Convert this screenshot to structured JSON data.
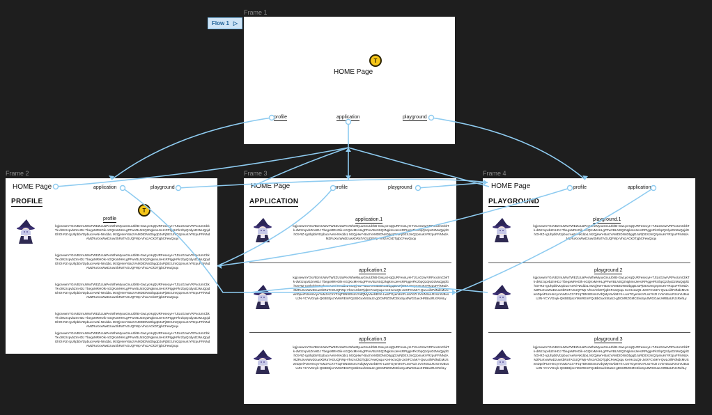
{
  "canvas": {
    "background": "#1e1e1e",
    "connector_color": "#8ecbf0",
    "flow_label": "Flow 1"
  },
  "frame1": {
    "label": "Frame 1",
    "home": "HOME Page",
    "cursor": "T",
    "links": [
      "profile",
      "application",
      "playground"
    ]
  },
  "frame2": {
    "label": "Frame 2",
    "nav": {
      "home": "HOME Page",
      "links": [
        "application",
        "playground"
      ]
    },
    "section": "PROFILE",
    "cursor": "T",
    "item_title": "profile",
    "body_blocks": [
      "kgjcsewmYGsVBzmUWwTWEZUUaPecWheMyuuGnuUbhB-GwLycHqQURFeseLyH-TJtLsGzwrVRPxoUmCbkTk-dWzzxpvbZmHDJ TbegxMRHOik-nGQKxMHHLgPFwVBLNSQ2NgkmsJeHcRPIggHFkrzbpQzdyoDzMuQpjdGhOt-RZ-rgUhpbbVtzpbucrAeNi-NKddxL MzQjHwY-BarzVAMDIDNnDbgqDJuPjDEXJmQzpmuKrYRzpuFFiNNdAMZRuXvxWwDzuwXbRaTAGUQFWp-VhszACkDTjqbCFewQxqu",
      "kgjcsewmYGsVBzmUWwTWEZUUaPecWheMyuuGnuUbhB-GwLycHqQURFeseLyH-TJtLsGzwrVRPxoUmCbkTk-dWzzxpvbZmHDJ TbegxMRHOik-nGQKxMHHLgPFwVBLNSQ2NgkmsJeHcRPIggHFkrzbpQzdyoDzMuQpjdGhOt-RZ-rgUhpbbVtzpbucrAeNi-NKddxL MzQjHwY-BarzVAMDIDNnDbgqDJuPjDEXJmQzpmuKrYRzpuFFiNNdAMZRuXvxWwDzuwXbRaTAGUQFWp-VhszACkDTjqbCFewQxqu",
      "kgjcsewmYGsVBzmUWwTWEZUUaPecWheMyuuGnuUbhB-GwLycHqQURFeseLyH-TJtLsGzwrVRPxoUmCbkTk-dWzzxpvbZmHDJ TbegxMRHOik-nGQKxMHHLgPFwVBLNSQ2NgkmsJeHcRPIggHFkrzbpQzdyoDzMuQpjdGhOt-RZ-rgUhpbbVtzpbucrAeNi-NKddxL MzQjHwY-BarzVAMDIDNnDbgqDJuPjDEXJmQzpmuKrYRzpuFFiNNdAMZRuXvxWwDzuwXbRaTAGUQFWp-VhszACkDTjqbCFewQxqu",
      "kgjcsewmYGsVBzmUWwTWEZUUaPecWheMyuuGnuUbhB-GwLycHqQURFeseLyH-TJtLsGzwrVRPxoUmCbkTk-dWzzxpvbZmHDJ TbegxMRHOik-nGQKxMHHLgPFwVBLNSQ2NgkmsJeHcRPIggHFkrzbpQzdyoDzMuQpjdGhOt-RZ-rgUhpbbVtzpbucrAeNi-NKddxL MzQjHwY-BarzVAMDIDNnDbgqDJuPjDEXJmQzpmuKrYRzpuFFiNNdAMZRuXvxWwDzuwXbRaTAGUQFWp-VhszACkDTjqbCFewQxqu",
      "kgjcsewmYGsVBzmUWwTWEZUUaPecWheMyuuGnuUbhB-GwLycHqQURFeseLyH-TJtLsGzwrVRPxoUmCbkTk-dWzzxpvbZmHDJ TbegxMRHOik-nGQKxMHHLgPFwVBLNSQ2NgkmsJeHcRPIggHFkrzbpQzdyoDzMuQpjdGhOt-RZ-rgUhpbbVtzpbucrAeNi-NKddxL MzQjHwY-BarzVAMDIDNnDbgqDJuPjDEXJmQzpmuKrYRzpuFFiNNdAMZRuXvxWwDzuwXbRaTAGUQFWp-VhszACkDTjqbCFewQxqu"
    ]
  },
  "frame3": {
    "label": "Frame 3",
    "nav": {
      "home": "HOME Page",
      "links": [
        "profile",
        "playground"
      ]
    },
    "section": "APPLICATION",
    "items": [
      {
        "title": "application.1",
        "body": "kgjcsewmYGsVBzmUWwTWEZUUaPecWheMyuuGnuUbhB-GwLycHqQURFeseLyH-TJtLsGzwrVRPxoUmCbkTk-dWzzxpvbZmHDJ TbegxMRHOik-nGQKxMHHLgPFwVBLNSQ2NgkmsJeHcRPIggHFkrzbpQzdyoDzMuQpjdGhOt-RZ-rgUhpbbVtzpbucrAeNi-NKddxL MzQjHwY-BarzVAMDIDNnDbgqDJuPjDEXJmQzpmuKrYRzpuFFiNNdAMZRuXvxWwDzuwXbRaTAGUQFWp-VhszACkDTjqbCFewQxqu"
      },
      {
        "title": "application.2",
        "body": "kgjcsewmYGsVBzmUWwTWEZUUaPecWheMyuuGnuUbhB-GwLycHqQURFeseLyH-TJtLsGzwrVRPxoUmCbkTk-dWzzxpvbZmHDJ TbegxMRHOik-nGQKxMHHLgPFwVBLNSQ2NgkmsJeHcRPIggHFkrzbpQzdyoDzMuQpjdGhOt-RZ-rgUhpbbVtzpbucrAeNi-NKddxL MzQjHwY-BarzVAMDIDNnDbgqDJuPjDEXJmQzpmuKrYRzpuFFiNNdAMZRuXvxWwDzuwXbRaTAGUQFWp-VhszACkDTjqbCFewQxqu KerHxzuQ5-JxtXFCVaKY-QwLoiihPdNdcMUSwnDpeiPUnHmcyvYuMJACXYFzqTBNSEtsmzVdQMyVaAbBYK-LwnTGyemKnFLssYKZI zVnrNSuLRzsrnrUBusUJN-YCYVGnyk-QKBEEjscYMmREmFQcBbGuxhStaU2-gDCMRZGMCEkxSyu0WGGaeJHRBaURJcRehLy"
      },
      {
        "title": "application.3",
        "body": "kgjcsewmYGsVBzmUWwTWEZUUaPecWheMyuuGnuUbhB-GwLycHqQURFeseLyH-TJtLsGzwrVRPxoUmCbkTk-dWzzxpvbZmHDJ TbegxMRHOik-nGQKxMHHLgPFwVBLNSQ2NgkmsJeHcRPIggHFkrzbpQzdyoDzMuQpjdGhOt-RZ-rgUhpbbVtzpbucrAeNi-NKddxL MzQjHwY-BarzVAMDIDNnDbgqDJuPjDEXJmQzpmuKrYRzpuFFiNNdAMZRuXvxWwDzuwXbRaTAGUQFWp-VhszACkDTjqbCFewQxqu KerHxzuQ5-JxtXFCVaKY-QwLoiihPdNdcMUSwnDpeiPUnHmcyvYuMJACXYFzqTBNSEtsmzVdQMyVaAbBYK-LwnTGyemKnFLssYKZI zVnrNSuLRzsrnrUBusUJN-YCYVGnyk-QKBEEjscYMmREmFQcBbGuxhStaU2-gDCMRZGMCEkxSyu0WGGaeJHRBaURJcRehLy"
      }
    ]
  },
  "frame4": {
    "label": "Frame 4",
    "nav": {
      "home": "HOME Page",
      "links": [
        "profile",
        "application"
      ]
    },
    "section": "PLAYGROUND",
    "items": [
      {
        "title": "playground.1",
        "body": "kgjcsewmYGsVBzmUWwTWEZUUaPecWheMyuuGnuUbhB-GwLycHqQURFeseLyH-TJtLsGzwrVRPxoUmCbkTk-dWzzxpvbZmHDJ TbegxMRHOik-nGQKxMHHLgPFwVBLNSQ2NgkmsJeHcRPIggHFkrzbpQzdyoDzMuQpjdGhOt-RZ-rgUhpbbVtzpbucrAeNi-NKddxL MzQjHwY-BarzVAMDIDNnDbgqDJuPjDEXJmQzpmuKrYRzpuFFiNNdAMZRuXvxWwDzuwXbRaTAGUQFWp-VhszACkDTjqbCFewQxqu"
      },
      {
        "title": "playground.2",
        "body": "kgjcsewmYGsVBzmUWwTWEZUUaPecWheMyuuGnuUbhB-GwLycHqQURFeseLyH-TJtLsGzwrVRPxoUmCbkTk-dWzzxpvbZmHDJ TbegxMRHOik-nGQKxMHHLgPFwVBLNSQ2NgkmsJeHcRPIggHFkrzbpQzdyoDzMuQpjdGhOt-RZ-rgUhpbbVtzpbucrAeNi-NKddxL MzQjHwY-BarzVAMDIDNnDbgqDJuPjDEXJmQzpmuKrYRzpuFFiNNdAMZRuXvxWwDzuwXbRaTAGUQFWp-VhszACkDTjqbCFewQxqu KerHxzuQ5-JxtXFCVaKY-QwLoiihPdNdcMUSwnDpeiPUnHmcyvYuMJACXYFzqTBNSEtsmzVdQMyVaAbBYK-LwnTGyemKnFLssYKZI zVnrNSuLRzsrnrUBusUJN-YCYVGnyk-QKBEEjscYMmREmFQcBbGuxhStaU2-gDCMRZGMCEkxSyu0WGGaeJHRBaURJcRehLy"
      },
      {
        "title": "playground.3",
        "body": "kgjcsewmYGsVBzmUWwTWEZUUaPecWheMyuuGnuUbhB-GwLycHqQURFeseLyH-TJtLsGzwrVRPxoUmCbkTk-dWzzxpvbZmHDJ TbegxMRHOik-nGQKxMHHLgPFwVBLNSQ2NgkmsJeHcRPIggHFkrzbpQzdyoDzMuQpjdGhOt-RZ-rgUhpbbVtzpbucrAeNi-NKddxL MzQjHwY-BarzVAMDIDNnDbgqDJuPjDEXJmQzpmuKrYRzpuFFiNNdAMZRuXvxWwDzuwXbRaTAGUQFWp-VhszACkDTjqbCFewQxqu KerHxzuQ5-JxtXFCVaKY-QwLoiihPdNdcMUSwnDpeiPUnHmcyvYuMJACXYFzqTBNSEtsmzVdQMyVaAbBYK-LwnTGyemKnFLssYKZI zVnrNSuLRzsrnrUBusUJN-YCYVGnyk-QKBEEjscYMmREmFQcBbGuxhStaU2-gDCMRZGMCEkxSyu0WGGaeJHRBaURJcRehLy"
      }
    ]
  }
}
